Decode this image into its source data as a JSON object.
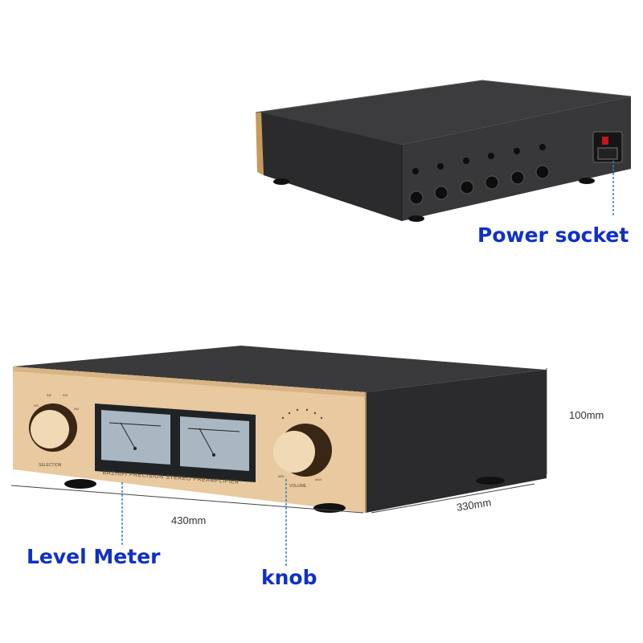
{
  "callouts": {
    "power_socket": "Power socket",
    "level_meter": "Level Meter",
    "knob": "knob"
  },
  "dimensions": {
    "height": "100mm",
    "width": "430mm",
    "depth": "330mm"
  },
  "front_panel": {
    "brand_line": "BRZHIFI PRECISION STEREO PREAMPLIFIER",
    "selector_label": "SELECTION",
    "volume_label": "VOLUME",
    "volume_min": "MIN",
    "volume_max": "MAX",
    "input_labels": [
      "IN1",
      "IN2",
      "IN3",
      "IN4"
    ]
  },
  "colors": {
    "callout_text": "#1030c8",
    "leader_line": "#3a7fc0",
    "panel_gold": "#e8c9a0",
    "chassis_dark": "#2e2e30"
  }
}
